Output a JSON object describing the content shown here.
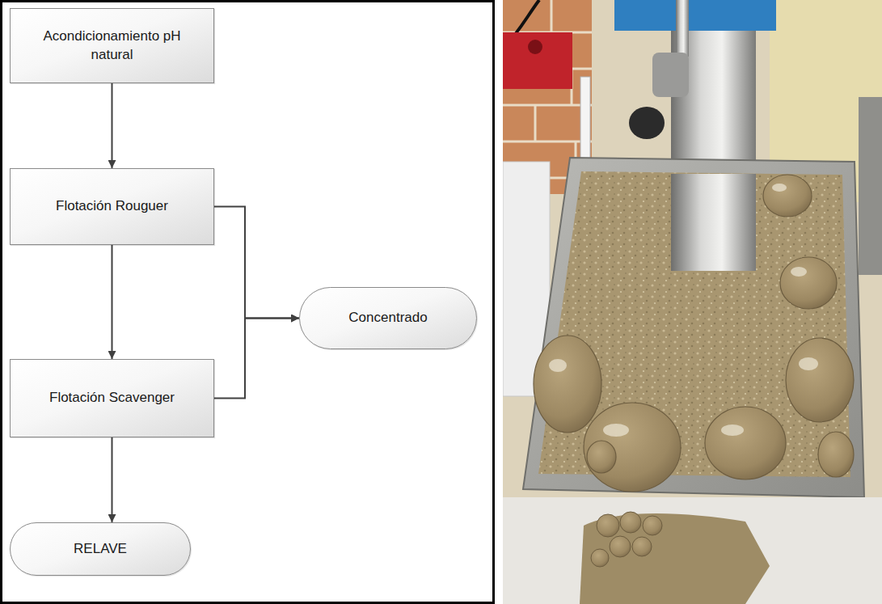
{
  "diagram": {
    "nodes": [
      {
        "text": [
          "Acondicionamiento pH natural"
        ]
      },
      {
        "text": [
          "Flotación Rouguer"
        ]
      },
      {
        "text": [
          "Flotación Scavenger"
        ]
      },
      {
        "text": [
          "Concentrado"
        ]
      },
      {
        "text": [
          "RELAVE"
        ]
      }
    ],
    "edges": [
      {
        "from": 0,
        "to": 1,
        "arrow": "to"
      },
      {
        "from": 1,
        "to": 2,
        "arrow": "to"
      },
      {
        "from": 1,
        "to": 3,
        "arrow": "to"
      },
      {
        "from": 2,
        "to": 3,
        "arrow": "to"
      },
      {
        "from": 2,
        "to": 4,
        "arrow": "to"
      }
    ]
  }
}
